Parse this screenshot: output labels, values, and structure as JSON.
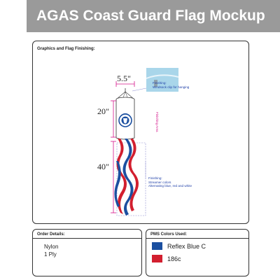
{
  "header": {
    "title": "AGAS Coast Guard Flag Mockup"
  },
  "graphics": {
    "title": "Graphics and Flag Finishing:",
    "width_label": "5.5\"",
    "body_length_label": "20\"",
    "streamer_length_label": "40\"",
    "finish_area_label": "Finishing Area",
    "clip_note": {
      "heading": "Finishing:",
      "body": "Windsock clip for hanging"
    },
    "streamer_note": {
      "heading": "Finishing:",
      "lines": [
        "Streamer colors",
        "Alternating blue, red and white"
      ]
    }
  },
  "order": {
    "title": "Order Details:",
    "material": "Nylon",
    "ply": "1 Ply"
  },
  "pms": {
    "title": "PMS Colors Used:",
    "colors": [
      {
        "name": "Reflex Blue C",
        "hex": "#1b4fa0"
      },
      {
        "name": "186c",
        "hex": "#d21f2f"
      }
    ]
  },
  "colors": {
    "header_bg": "#9a9a9a",
    "dimension_line": "#d4148a",
    "note_text": "#1f3fa8",
    "streamer_blue": "#1b4fa0",
    "streamer_red": "#d21f2f"
  }
}
